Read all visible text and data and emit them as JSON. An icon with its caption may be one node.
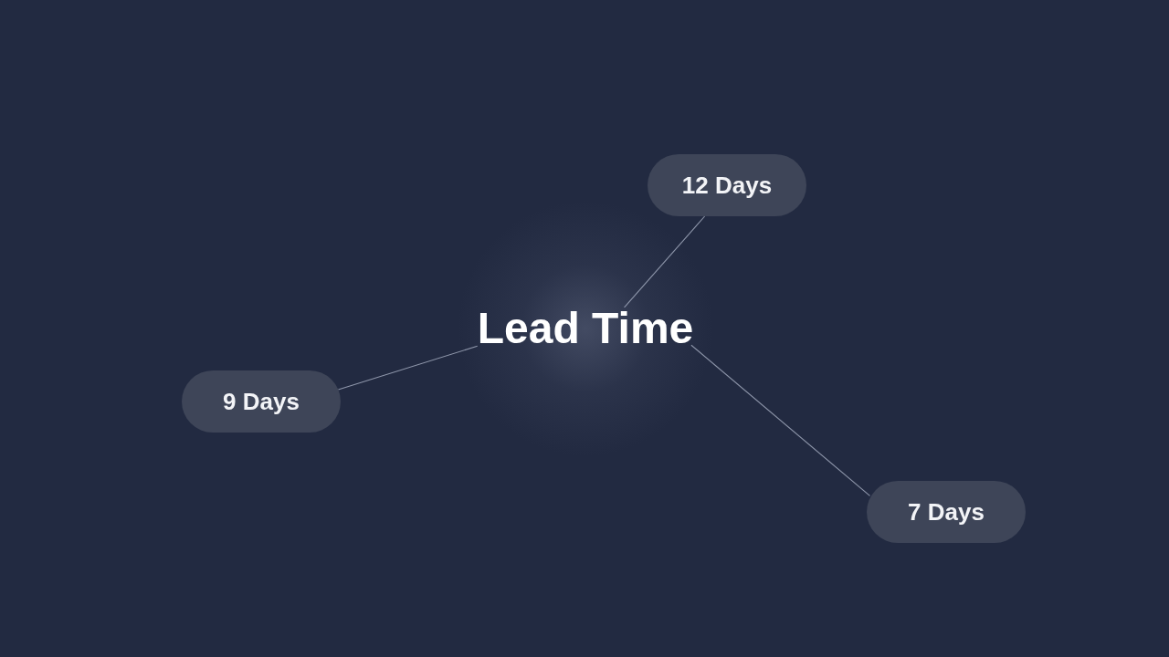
{
  "diagram": {
    "nodes": [
      {
        "text": [
          "12 Days"
        ]
      },
      {
        "text": [
          "Lead Time"
        ]
      },
      {
        "text": [
          "9 Days"
        ]
      },
      {
        "text": [
          "7 Days"
        ]
      }
    ],
    "edges": [
      {
        "from": 1,
        "to": 0,
        "arrow": "none"
      },
      {
        "from": 1,
        "to": 2,
        "arrow": "none"
      },
      {
        "from": 1,
        "to": 3,
        "arrow": "none"
      }
    ]
  }
}
